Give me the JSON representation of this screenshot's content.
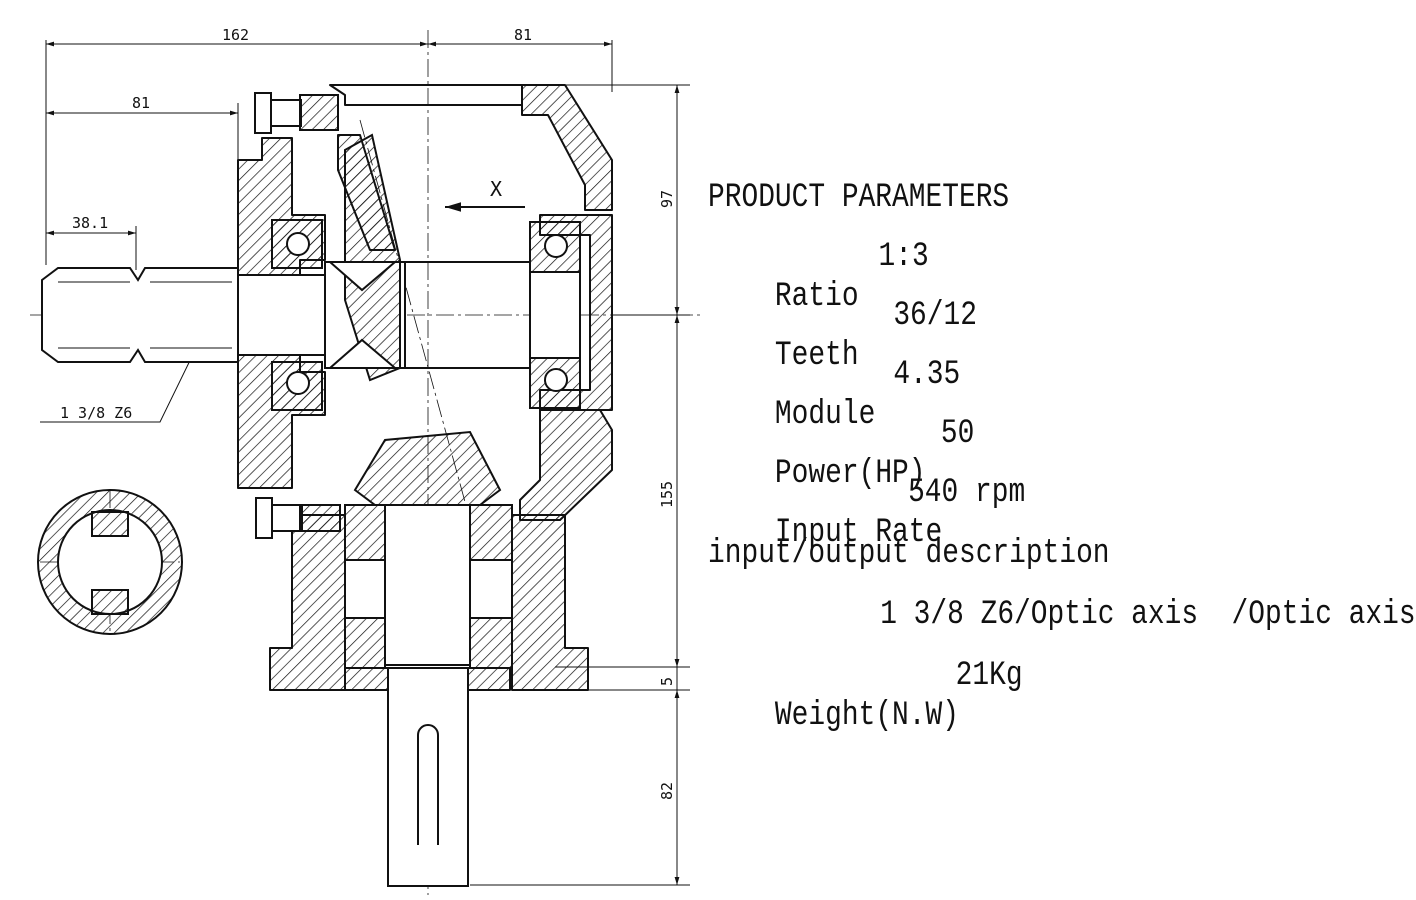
{
  "dimensions": {
    "overall_left": "162",
    "overall_right": "81",
    "input_shaft": "81",
    "spline_length": "38.1",
    "height_top": "97",
    "height_mid": "155",
    "height_small": "5",
    "height_output": "82"
  },
  "labels": {
    "spline_callout": "1 3/8 Z6",
    "view_arrow": "X"
  },
  "parameters": {
    "heading": "PRODUCT PARAMETERS",
    "ratio_label": "Ratio",
    "ratio_value": "1:3",
    "teeth_label": "Teeth",
    "teeth_value": "36/12",
    "module_label": "Module",
    "module_value": "4.35",
    "power_label": "Power(HP)",
    "power_value": "50",
    "input_rate_label": "Input Rate",
    "input_rate_value": "540 rpm",
    "io_label": "input/output description",
    "io_value": "1 3/8 Z6/Optic axis  /Optic axis",
    "weight_label": "Weight(N.W)",
    "weight_value": "21Kg"
  }
}
